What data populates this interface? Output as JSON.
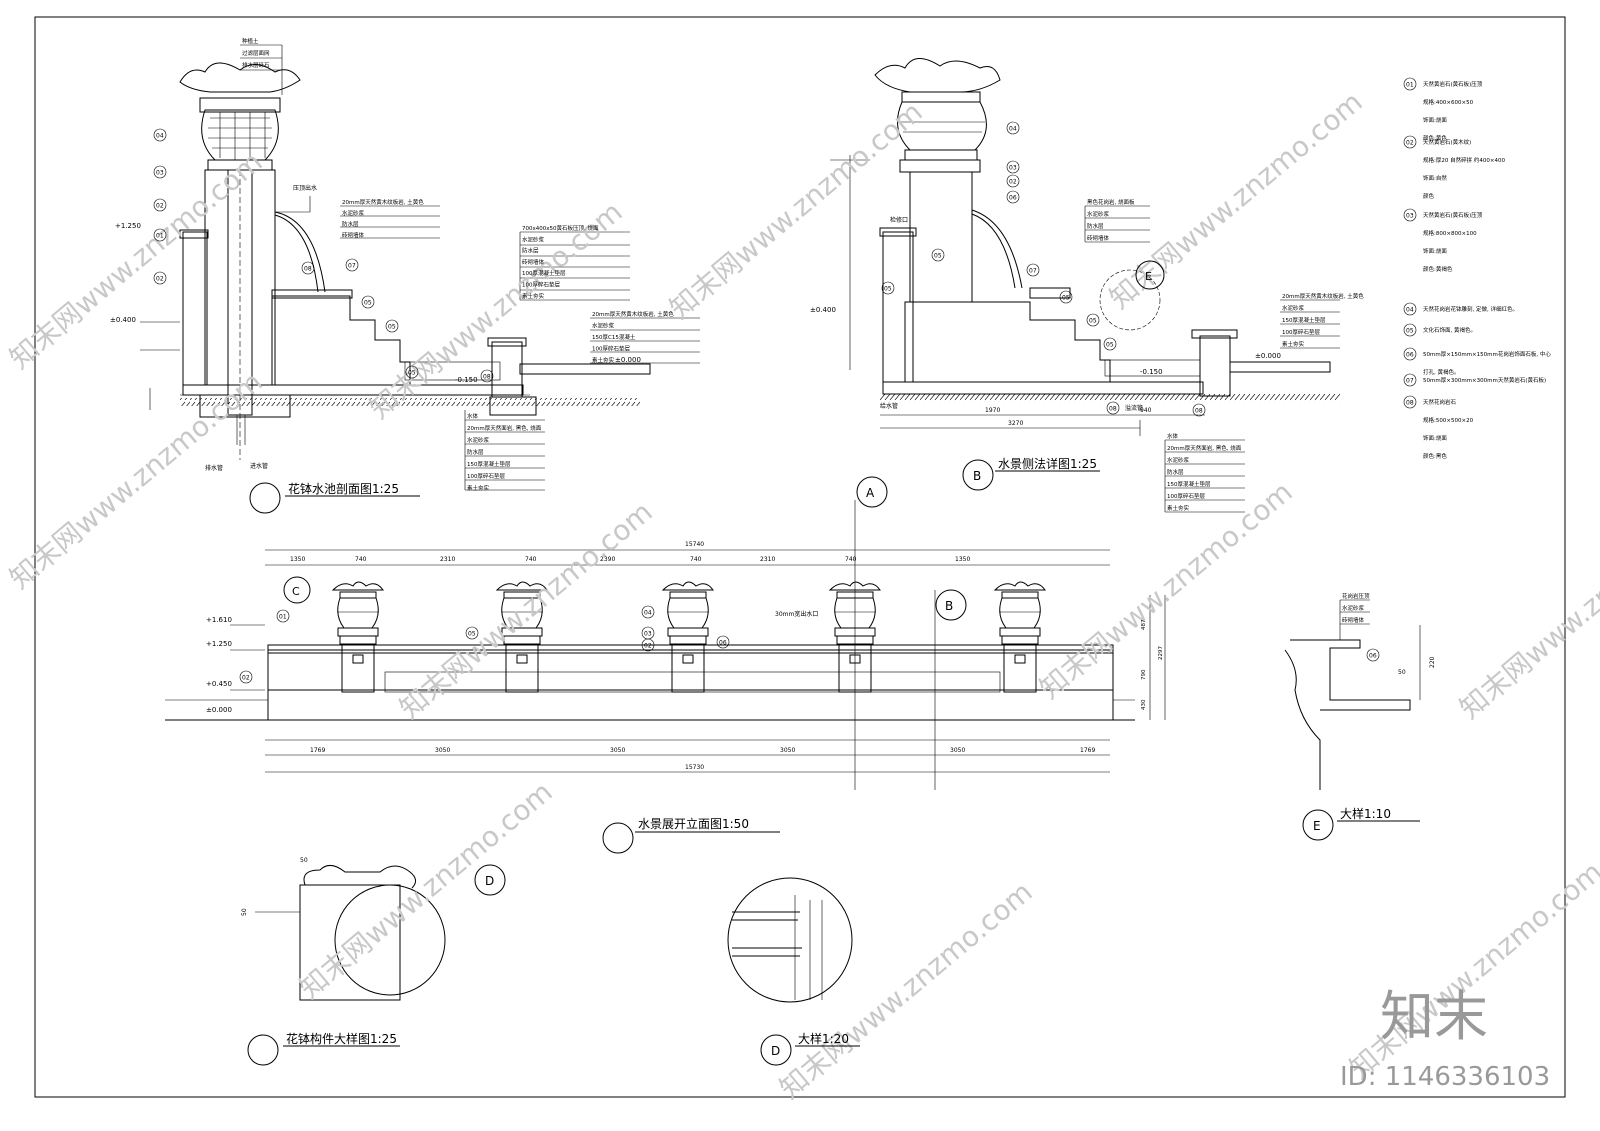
{
  "drawing": {
    "titles": {
      "a": "花钵水池剖面图1:25",
      "b": "水景侧法详图1:25",
      "elev": "水景展开立面图1:50",
      "c": "花钵构件大样图1:25",
      "d": "大样1:20",
      "e": "大样1:10"
    },
    "section_letters": {
      "a": "A",
      "b": "B",
      "c": "C",
      "d": "D",
      "e": "E"
    },
    "markers": [
      "01",
      "02",
      "03",
      "04",
      "05",
      "06",
      "07",
      "08"
    ],
    "levels": {
      "l1610": "+1.610",
      "l1250": "+1.250",
      "l0450": "+0.450",
      "l0000": "±0.000",
      "l0400": "±0.400",
      "l0150": "-0.150"
    },
    "dims": {
      "top_total": "15740",
      "top_segments": [
        "1350",
        "740",
        "2310",
        "740",
        "2390",
        "740",
        "2310",
        "740",
        "1350"
      ],
      "bot_segments": [
        "1769",
        "3050",
        "3050",
        "3050",
        "3050",
        "1769"
      ],
      "bot_total": "15730",
      "right_dims": [
        "487",
        "2297",
        "790",
        "430"
      ],
      "side_dims": [
        "1970",
        "3270",
        "940"
      ],
      "e_dims": [
        "50",
        "220"
      ]
    },
    "leaders_a": [
      "20mm厚天然黄木纹板岩, 土黄色",
      "水泥砂浆",
      "防水层",
      "砖砌墙体"
    ],
    "leaders_a2": [
      "700x400x50黄石板压顶, 烧面",
      "水泥砂浆",
      "防水层",
      "砖砌墙体",
      "100厚混凝土垫层",
      "100厚碎石垫层",
      "素土夯实"
    ],
    "leaders_a3": [
      "20mm厚天然黄木纹板岩, 土黄色",
      "水泥砂浆",
      "150厚C15混凝土",
      "100厚碎石垫层",
      "素土夯实"
    ],
    "leaders_a4": [
      "水体",
      "20mm厚天然面岩, 黑色, 烧面",
      "水泥砂浆",
      "防水层",
      "150厚混凝土垫层",
      "100厚碎石垫层",
      "素土夯实"
    ],
    "leaders_b": [
      "黑色花岗岩, 烧面板",
      "水泥砂浆",
      "防水层",
      "砖砌墙体"
    ],
    "leaders_b2": [
      "20mm厚天然黄木纹板岩, 土黄色",
      "水泥砂浆",
      "150厚混凝土垫层",
      "100厚碎石垫层",
      "素土夯实"
    ],
    "leaders_b3": [
      "水体",
      "20mm厚天然面岩, 黑色, 烧面",
      "水泥砂浆",
      "防水层",
      "150厚混凝土垫层",
      "100厚碎石垫层",
      "素土夯实"
    ],
    "leaders_e": [
      "花岗岩压顶",
      "水泥砂浆",
      "砖砌墙体"
    ],
    "top_labels": [
      "种植土",
      "过滤层面网",
      "排水层砾石"
    ],
    "small_labels": {
      "pump": "压顶出水",
      "pipe": "排水管",
      "inflow": "进水管",
      "overflow": "溢流管",
      "insp": "检修口",
      "water_in": "给水管",
      "thirty": "30mm宽出水口"
    },
    "legend": [
      {
        "n": "01",
        "lines": [
          "天然黄岩石(黄石板)压顶",
          "规格:400×600×50",
          "饰面:烧面",
          "颜色:黄色"
        ]
      },
      {
        "n": "02",
        "lines": [
          "天然黄岩石(黄木纹)",
          "规格:厚20 自然碎拼 约400×400",
          "饰面:自然",
          "颜色"
        ]
      },
      {
        "n": "03",
        "lines": [
          "天然黄岩石(黄石板)压顶",
          "规格:800×800×100",
          "饰面:烧面",
          "颜色:黄褐色"
        ]
      },
      {
        "n": "04",
        "lines": [
          "天然花岗岩花钵雕刻, 定做, 详细红色。"
        ]
      },
      {
        "n": "05",
        "lines": [
          "文化石饰面, 黄褐色。"
        ]
      },
      {
        "n": "06",
        "lines": [
          "50mm厚×150mm×150mm花岗岩饰面石板, 中心",
          "打孔, 黄褐色。"
        ]
      },
      {
        "n": "07",
        "lines": [
          "50mm厚×300mm×300mm天然黄岩石(黄石板)"
        ]
      },
      {
        "n": "08",
        "lines": [
          "天然花岗岩石",
          "规格:500×500×20",
          "饰面:烧面",
          "颜色:黑色"
        ]
      }
    ],
    "brand": "知末",
    "id_text": "ID: 1146336103",
    "watermark": "知末网www.znzmo.com"
  }
}
